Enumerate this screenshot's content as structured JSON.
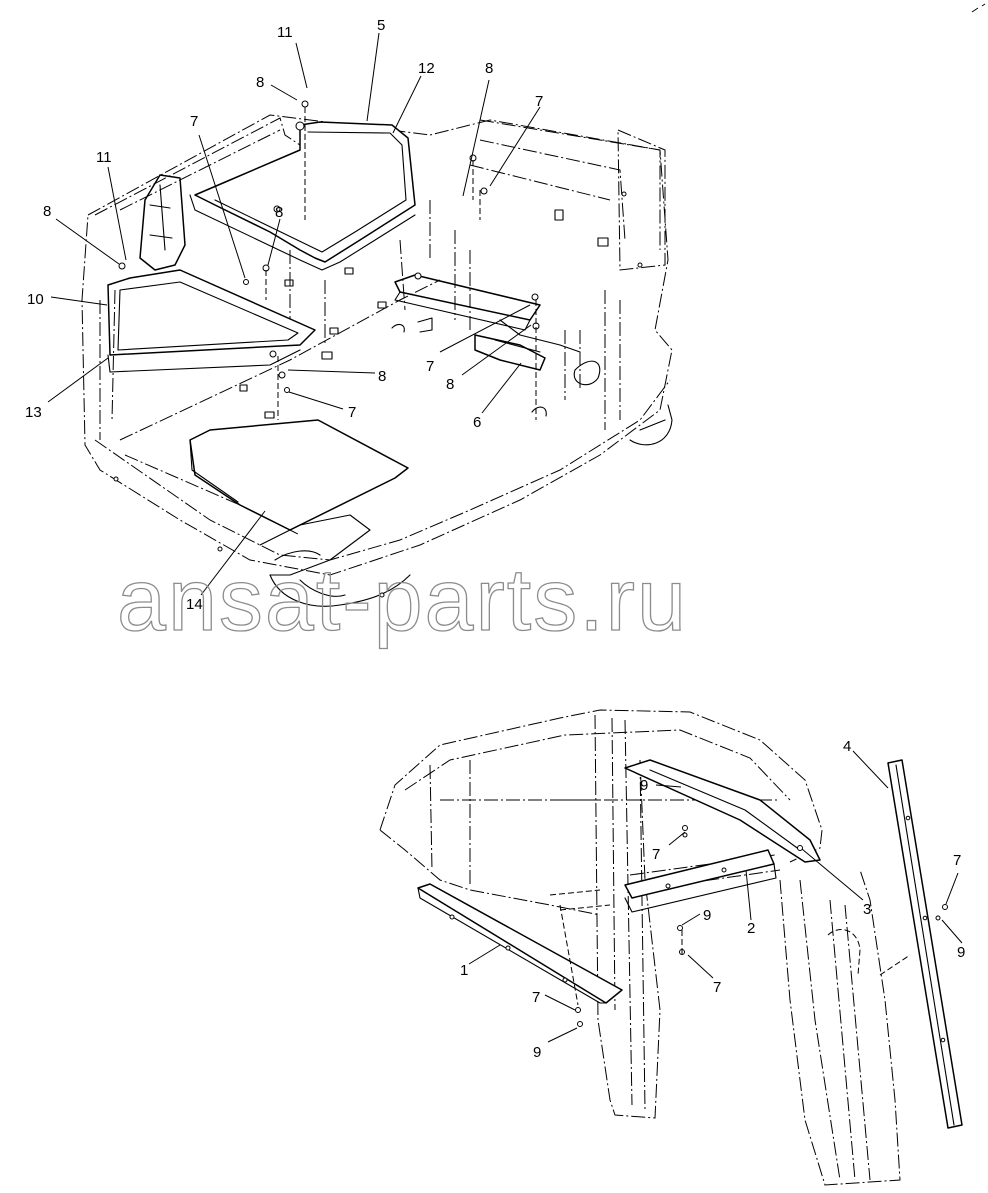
{
  "watermark": "ansat-parts.ru",
  "callouts": {
    "c11a": "11",
    "c8a": "8",
    "c5": "5",
    "c12": "12",
    "c8b": "8",
    "c7a": "7",
    "c7b": "7",
    "c11b": "11",
    "c8c": "8",
    "c8d": "8",
    "c10": "10",
    "c13": "13",
    "c8e": "8",
    "c7c": "7",
    "c7d": "7",
    "c8f": "8",
    "c6": "6",
    "c14": "14",
    "c4": "4",
    "c9a": "9",
    "c7e": "7",
    "c3": "3",
    "c9b": "9",
    "c2": "2",
    "c7f": "7",
    "c9c": "9",
    "c7g": "7",
    "c1": "1",
    "c7h": "7",
    "c9d": "9"
  }
}
